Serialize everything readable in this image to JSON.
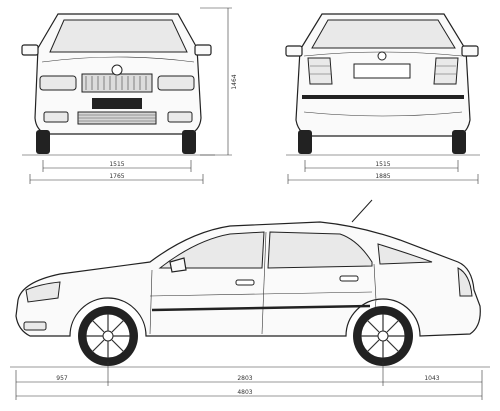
{
  "blueprint": {
    "front_view": {
      "track_width": "1515",
      "overall_width": "1765",
      "overall_height": "1464"
    },
    "rear_view": {
      "track_width": "1515",
      "overall_width": "1885"
    },
    "side_view": {
      "front_overhang": "957",
      "wheelbase": "2803",
      "rear_overhang": "1043",
      "overall_length": "4803"
    }
  }
}
